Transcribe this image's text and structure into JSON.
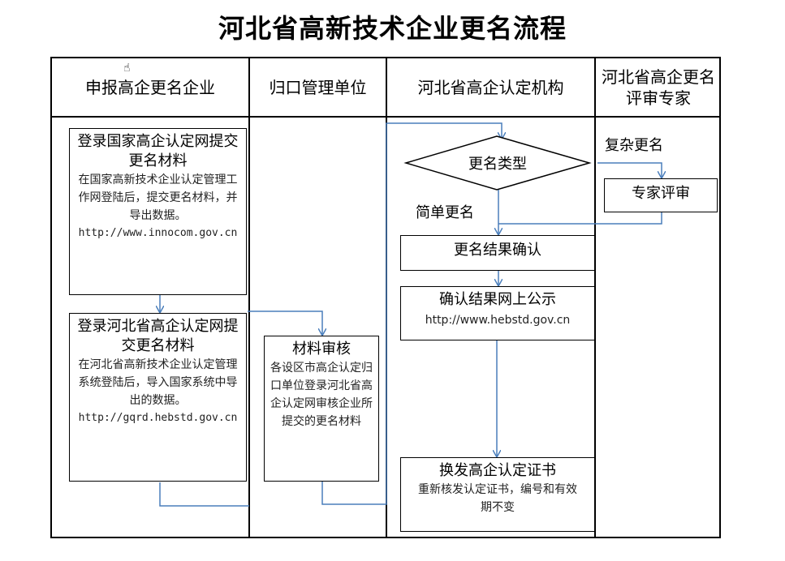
{
  "title": "河北省高新技术企业更名流程",
  "columns": [
    "申报高企更名企业",
    "归口管理单位",
    "河北省高企认定机构",
    "河北省高企更名评审专家"
  ],
  "company": {
    "step1": {
      "heading": "登录国家高企认定网提交更名材料",
      "desc": "在国家高新技术企业认定管理工作网登陆后，提交更名材料，并导出数据。",
      "url": "http://www.innocom.gov.cn"
    },
    "step2": {
      "heading": "登录河北省高企认定网提交更名材料",
      "desc": "在河北省高新技术企业认定管理系统登陆后，导入国家系统中导出的数据。",
      "url": "http://gqrd.hebstd.gov.cn"
    }
  },
  "authority": {
    "review": {
      "heading": "材料审核",
      "desc": "各设区市高企认定归口单位登录河北省高企认定网审核企业所提交的更名材料"
    }
  },
  "agency": {
    "decision": "更名类型",
    "simple_label": "简单更名",
    "confirm": "更名结果确认",
    "publish": {
      "heading": "确认结果网上公示",
      "url": "http://www.hebstd.gov.cn"
    },
    "certificate": {
      "heading": "换发高企认定证书",
      "desc": "重新核发认定证书，编号和有效期不变"
    }
  },
  "experts": {
    "complex_label": "复杂更名",
    "review": "专家评审"
  }
}
